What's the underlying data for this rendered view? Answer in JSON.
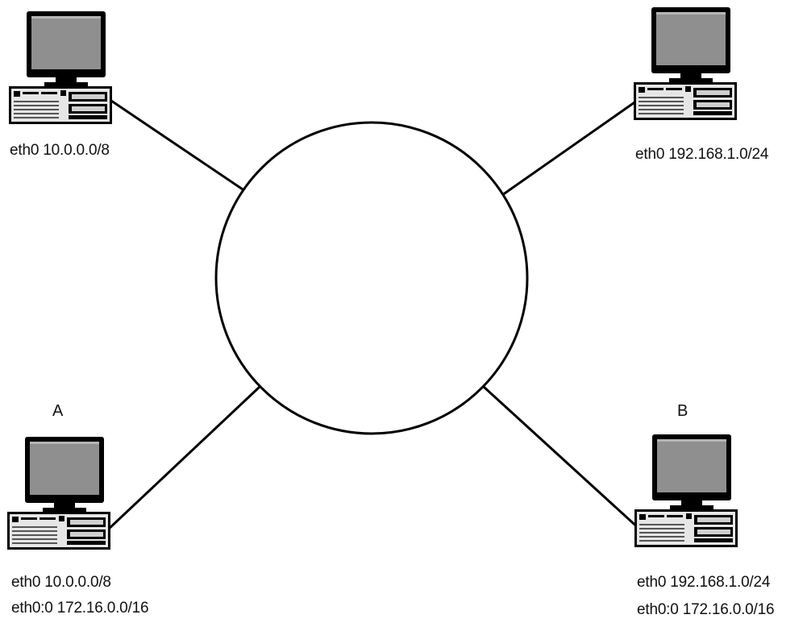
{
  "diagram": {
    "network_cloud_icon": "network-circle",
    "computer_icon": "desktop-computer",
    "hosts": [
      {
        "id": "top-left",
        "name": "",
        "interfaces": [
          "eth0 10.0.0.0/8"
        ]
      },
      {
        "id": "top-right",
        "name": "",
        "interfaces": [
          "eth0 192.168.1.0/24"
        ]
      },
      {
        "id": "bottom-left",
        "name": "A",
        "interfaces": [
          "eth0 10.0.0.0/8",
          "eth0:0 172.16.0.0/16"
        ]
      },
      {
        "id": "bottom-right",
        "name": "B",
        "interfaces": [
          "eth0 192.168.1.0/24",
          "eth0:0 172.16.0.0/16"
        ]
      }
    ]
  }
}
